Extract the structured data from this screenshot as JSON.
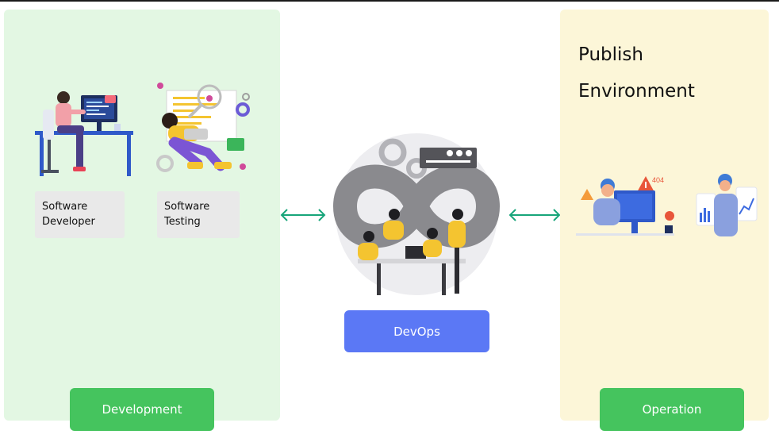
{
  "development": {
    "developer_label_line1": "Software",
    "developer_label_line2": "Developer",
    "testing_label_line1": "Software",
    "testing_label_line2": "Testing",
    "button_label": "Development"
  },
  "devops": {
    "button_label": "DevOps"
  },
  "operation": {
    "heading_line1": "Publish",
    "heading_line2": "Environment",
    "button_label": "Operation",
    "error_code": "404"
  },
  "icons": [
    "developer-illustration",
    "tester-illustration",
    "devops-team-illustration",
    "error-404-illustration",
    "analytics-illustration",
    "double-arrow-icon"
  ],
  "colors": {
    "development_panel": "#e3f7e3",
    "operation_panel": "#fcf6d8",
    "green_button": "#45c45e",
    "blue_button": "#5b78f5",
    "arrow": "#17a57a"
  }
}
